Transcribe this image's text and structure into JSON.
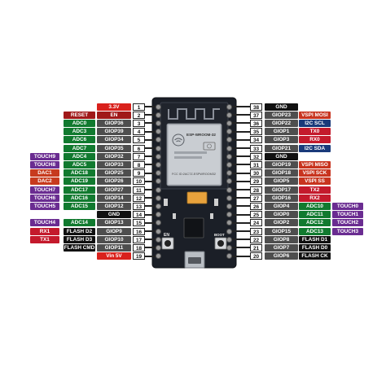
{
  "colors": {
    "gnd": "#111111",
    "power": "#d9211c",
    "control": "#a01919",
    "gpio": "#4e4e4e",
    "adc": "#117a2f",
    "touch": "#6a2c91",
    "dac": "#c73a1e",
    "spi": "#c8341f",
    "i2c": "#1a3a7a",
    "uart": "#c41a2c",
    "flash": "#111111",
    "board": "#1b1f27"
  },
  "board": {
    "module_label": "ESP-WROOM-32",
    "fcc_text": "FCC ID:2AC7Z-ESPWROOM32",
    "boot_label": "BOOT",
    "en_label": "EN",
    "usb_icon": "usb-connector-icon",
    "wifi_logo": "wifi-logo-icon"
  },
  "left_pins": [
    {
      "num": "1",
      "pin": "3.3V",
      "pin_kind": "power",
      "f1": "",
      "f1_kind": "",
      "f2": "",
      "f2_kind": ""
    },
    {
      "num": "2",
      "pin": "EN",
      "pin_kind": "control",
      "f1": "RESET",
      "f1_kind": "control",
      "f2": "",
      "f2_kind": ""
    },
    {
      "num": "3",
      "pin": "GIOP36",
      "pin_kind": "gpio",
      "f1": "ADC0",
      "f1_kind": "adc",
      "f2": "",
      "f2_kind": ""
    },
    {
      "num": "4",
      "pin": "GIOP39",
      "pin_kind": "gpio",
      "f1": "ADC3",
      "f1_kind": "adc",
      "f2": "",
      "f2_kind": ""
    },
    {
      "num": "5",
      "pin": "GIOP34",
      "pin_kind": "gpio",
      "f1": "ADC6",
      "f1_kind": "adc",
      "f2": "",
      "f2_kind": ""
    },
    {
      "num": "6",
      "pin": "GIOP35",
      "pin_kind": "gpio",
      "f1": "ADC7",
      "f1_kind": "adc",
      "f2": "",
      "f2_kind": ""
    },
    {
      "num": "7",
      "pin": "GIOP32",
      "pin_kind": "gpio",
      "f1": "ADC4",
      "f1_kind": "adc",
      "f2": "TOUCH9",
      "f2_kind": "touch"
    },
    {
      "num": "8",
      "pin": "GIOP33",
      "pin_kind": "gpio",
      "f1": "ADC5",
      "f1_kind": "adc",
      "f2": "TOUCH8",
      "f2_kind": "touch"
    },
    {
      "num": "9",
      "pin": "GIOP25",
      "pin_kind": "gpio",
      "f1": "ADC18",
      "f1_kind": "adc",
      "f2": "DAC1",
      "f2_kind": "dac"
    },
    {
      "num": "10",
      "pin": "GIOP26",
      "pin_kind": "gpio",
      "f1": "ADC19",
      "f1_kind": "adc",
      "f2": "DAC2",
      "f2_kind": "dac"
    },
    {
      "num": "11",
      "pin": "GIOP27",
      "pin_kind": "gpio",
      "f1": "ADC17",
      "f1_kind": "adc",
      "f2": "TOUCH7",
      "f2_kind": "touch"
    },
    {
      "num": "12",
      "pin": "GIOP14",
      "pin_kind": "gpio",
      "f1": "ADC16",
      "f1_kind": "adc",
      "f2": "TOUCH6",
      "f2_kind": "touch"
    },
    {
      "num": "13",
      "pin": "GIOP12",
      "pin_kind": "gpio",
      "f1": "ADC15",
      "f1_kind": "adc",
      "f2": "TOUCH5",
      "f2_kind": "touch"
    },
    {
      "num": "14",
      "pin": "GND",
      "pin_kind": "gnd",
      "f1": "",
      "f1_kind": "",
      "f2": "",
      "f2_kind": ""
    },
    {
      "num": "15",
      "pin": "GIOP13",
      "pin_kind": "gpio",
      "f1": "ADC14",
      "f1_kind": "adc",
      "f2": "TOUCH4",
      "f2_kind": "touch"
    },
    {
      "num": "16",
      "pin": "GIOP9",
      "pin_kind": "gpio",
      "f1": "FLASH D2",
      "f1_kind": "flash",
      "f2": "RX1",
      "f2_kind": "uart"
    },
    {
      "num": "17",
      "pin": "GIOP10",
      "pin_kind": "gpio",
      "f1": "FLASH D3",
      "f1_kind": "flash",
      "f2": "TX1",
      "f2_kind": "uart"
    },
    {
      "num": "18",
      "pin": "GIOP11",
      "pin_kind": "gpio",
      "f1": "FLASH CMD",
      "f1_kind": "flash",
      "f2": "",
      "f2_kind": ""
    },
    {
      "num": "19",
      "pin": "Vin 5V",
      "pin_kind": "power",
      "f1": "",
      "f1_kind": "",
      "f2": "",
      "f2_kind": ""
    }
  ],
  "right_pins": [
    {
      "num": "38",
      "pin": "GND",
      "pin_kind": "gnd",
      "f1": "",
      "f1_kind": "",
      "f2": "",
      "f2_kind": ""
    },
    {
      "num": "37",
      "pin": "GIOP23",
      "pin_kind": "gpio",
      "f1": "VSPI MOSI",
      "f1_kind": "spi",
      "f2": "",
      "f2_kind": ""
    },
    {
      "num": "36",
      "pin": "GIOP22",
      "pin_kind": "gpio",
      "f1": "I2C SCL",
      "f1_kind": "i2c",
      "f2": "",
      "f2_kind": ""
    },
    {
      "num": "35",
      "pin": "GIOP1",
      "pin_kind": "gpio",
      "f1": "TX0",
      "f1_kind": "uart",
      "f2": "",
      "f2_kind": ""
    },
    {
      "num": "34",
      "pin": "GIOP3",
      "pin_kind": "gpio",
      "f1": "RX0",
      "f1_kind": "uart",
      "f2": "",
      "f2_kind": ""
    },
    {
      "num": "33",
      "pin": "GIOP21",
      "pin_kind": "gpio",
      "f1": "I2C SDA",
      "f1_kind": "i2c",
      "f2": "",
      "f2_kind": ""
    },
    {
      "num": "32",
      "pin": "GND",
      "pin_kind": "gnd",
      "f1": "",
      "f1_kind": "",
      "f2": "",
      "f2_kind": ""
    },
    {
      "num": "31",
      "pin": "GIOP19",
      "pin_kind": "gpio",
      "f1": "VSPI MISO",
      "f1_kind": "spi",
      "f2": "",
      "f2_kind": ""
    },
    {
      "num": "30",
      "pin": "GIOP18",
      "pin_kind": "gpio",
      "f1": "VSPI SCK",
      "f1_kind": "spi",
      "f2": "",
      "f2_kind": ""
    },
    {
      "num": "29",
      "pin": "GIOP5",
      "pin_kind": "gpio",
      "f1": "VSPI SS",
      "f1_kind": "spi",
      "f2": "",
      "f2_kind": ""
    },
    {
      "num": "28",
      "pin": "GIOP17",
      "pin_kind": "gpio",
      "f1": "TX2",
      "f1_kind": "uart",
      "f2": "",
      "f2_kind": ""
    },
    {
      "num": "27",
      "pin": "GIOP16",
      "pin_kind": "gpio",
      "f1": "RX2",
      "f1_kind": "uart",
      "f2": "",
      "f2_kind": ""
    },
    {
      "num": "26",
      "pin": "GIOP4",
      "pin_kind": "gpio",
      "f1": "ADC10",
      "f1_kind": "adc",
      "f2": "TOUCH0",
      "f2_kind": "touch"
    },
    {
      "num": "25",
      "pin": "GIOP0",
      "pin_kind": "gpio",
      "f1": "ADC11",
      "f1_kind": "adc",
      "f2": "TOUCH1",
      "f2_kind": "touch"
    },
    {
      "num": "24",
      "pin": "GIOP2",
      "pin_kind": "gpio",
      "f1": "ADC12",
      "f1_kind": "adc",
      "f2": "TOUCH2",
      "f2_kind": "touch"
    },
    {
      "num": "23",
      "pin": "GIOP15",
      "pin_kind": "gpio",
      "f1": "ADC13",
      "f1_kind": "adc",
      "f2": "TOUCH3",
      "f2_kind": "touch"
    },
    {
      "num": "22",
      "pin": "GIOP8",
      "pin_kind": "gpio",
      "f1": "FLASH D1",
      "f1_kind": "flash",
      "f2": "",
      "f2_kind": ""
    },
    {
      "num": "21",
      "pin": "GIOP7",
      "pin_kind": "gpio",
      "f1": "FLASH D0",
      "f1_kind": "flash",
      "f2": "",
      "f2_kind": ""
    },
    {
      "num": "20",
      "pin": "GIOP6",
      "pin_kind": "gpio",
      "f1": "FLASH CK",
      "f1_kind": "flash",
      "f2": "",
      "f2_kind": ""
    }
  ]
}
